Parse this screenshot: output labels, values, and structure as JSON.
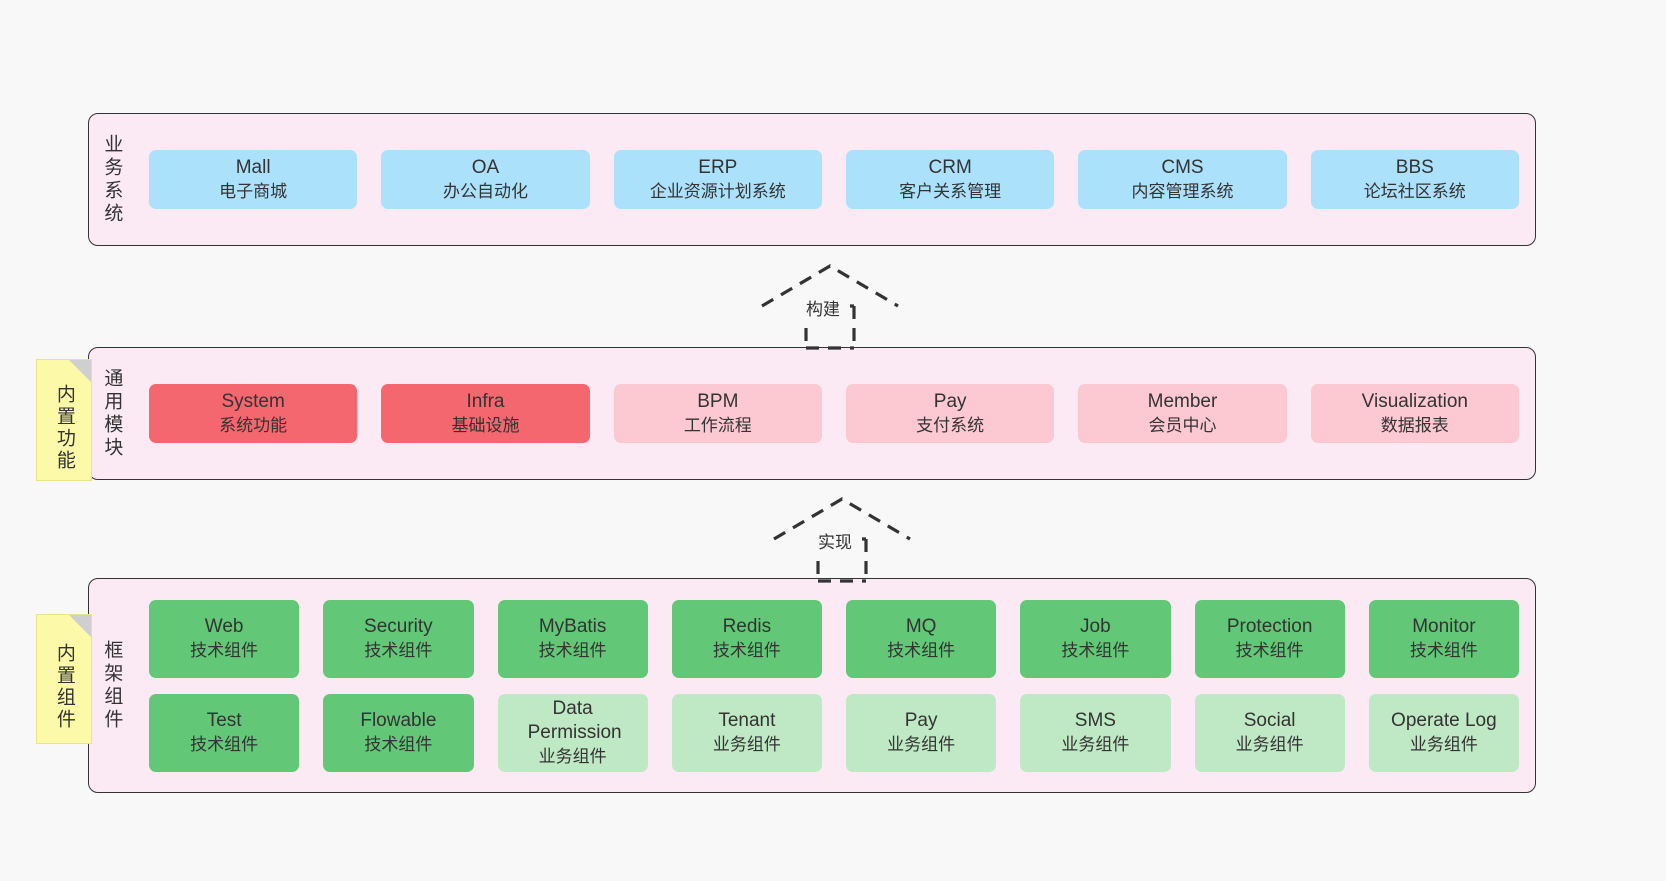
{
  "diagram": {
    "background": "#f8f8f8",
    "panel_fill": "#fbeaf4",
    "sticky_fill": "#fcf9a8"
  },
  "layers": [
    {
      "key": "business",
      "title": "业务系统",
      "sticky": null,
      "rows": [
        {
          "cards": [
            {
              "name": "Mall",
              "sub": "电子商城",
              "color": "#ace1fb",
              "variant": "c-blue"
            },
            {
              "name": "OA",
              "sub": "办公自动化",
              "color": "#ace1fb",
              "variant": "c-blue"
            },
            {
              "name": "ERP",
              "sub": "企业资源计划系统",
              "color": "#ace1fb",
              "variant": "c-blue"
            },
            {
              "name": "CRM",
              "sub": "客户关系管理",
              "color": "#ace1fb",
              "variant": "c-blue"
            },
            {
              "name": "CMS",
              "sub": "内容管理系统",
              "color": "#ace1fb",
              "variant": "c-blue"
            },
            {
              "name": "BBS",
              "sub": "论坛社区系统",
              "color": "#ace1fb",
              "variant": "c-blue"
            }
          ]
        }
      ]
    },
    {
      "key": "common",
      "title": "通用模块",
      "sticky": "内置功能",
      "rows": [
        {
          "cards": [
            {
              "name": "System",
              "sub": "系统功能",
              "color": "#f4676e",
              "variant": "c-red"
            },
            {
              "name": "Infra",
              "sub": "基础设施",
              "color": "#f4676e",
              "variant": "c-red"
            },
            {
              "name": "BPM",
              "sub": "工作流程",
              "color": "#fcc9d2",
              "variant": "c-pink"
            },
            {
              "name": "Pay",
              "sub": "支付系统",
              "color": "#fcc9d2",
              "variant": "c-pink"
            },
            {
              "name": "Member",
              "sub": "会员中心",
              "color": "#fcc9d2",
              "variant": "c-pink"
            },
            {
              "name": "Visualization",
              "sub": "数据报表",
              "color": "#fcc9d2",
              "variant": "c-pink"
            }
          ]
        }
      ]
    },
    {
      "key": "framework",
      "title": "框架组件",
      "sticky": "内置组件",
      "rows": [
        {
          "cards": [
            {
              "name": "Web",
              "sub": "技术组件",
              "color": "#62c777",
              "variant": "c-green"
            },
            {
              "name": "Security",
              "sub": "技术组件",
              "color": "#62c777",
              "variant": "c-green"
            },
            {
              "name": "MyBatis",
              "sub": "技术组件",
              "color": "#62c777",
              "variant": "c-green"
            },
            {
              "name": "Redis",
              "sub": "技术组件",
              "color": "#62c777",
              "variant": "c-green"
            },
            {
              "name": "MQ",
              "sub": "技术组件",
              "color": "#62c777",
              "variant": "c-green"
            },
            {
              "name": "Job",
              "sub": "技术组件",
              "color": "#62c777",
              "variant": "c-green"
            },
            {
              "name": "Protection",
              "sub": "技术组件",
              "color": "#62c777",
              "variant": "c-green"
            },
            {
              "name": "Monitor",
              "sub": "技术组件",
              "color": "#62c777",
              "variant": "c-green"
            }
          ]
        },
        {
          "cards": [
            {
              "name": "Test",
              "sub": "技术组件",
              "color": "#62c777",
              "variant": "c-green"
            },
            {
              "name": "Flowable",
              "sub": "技术组件",
              "color": "#62c777",
              "variant": "c-green"
            },
            {
              "name": "Data Permission",
              "sub": "业务组件",
              "color": "#bfe8c4",
              "variant": "c-lightgreen"
            },
            {
              "name": "Tenant",
              "sub": "业务组件",
              "color": "#bfe8c4",
              "variant": "c-lightgreen"
            },
            {
              "name": "Pay",
              "sub": "业务组件",
              "color": "#bfe8c4",
              "variant": "c-lightgreen"
            },
            {
              "name": "SMS",
              "sub": "业务组件",
              "color": "#bfe8c4",
              "variant": "c-lightgreen"
            },
            {
              "name": "Social",
              "sub": "业务组件",
              "color": "#bfe8c4",
              "variant": "c-lightgreen"
            },
            {
              "name": "Operate Log",
              "sub": "业务组件",
              "color": "#bfe8c4",
              "variant": "c-lightgreen"
            }
          ]
        }
      ]
    }
  ],
  "connectors": [
    {
      "key": "build",
      "label": "构建",
      "from": "common",
      "to": "business"
    },
    {
      "key": "implement",
      "label": "实现",
      "from": "framework",
      "to": "common"
    }
  ]
}
